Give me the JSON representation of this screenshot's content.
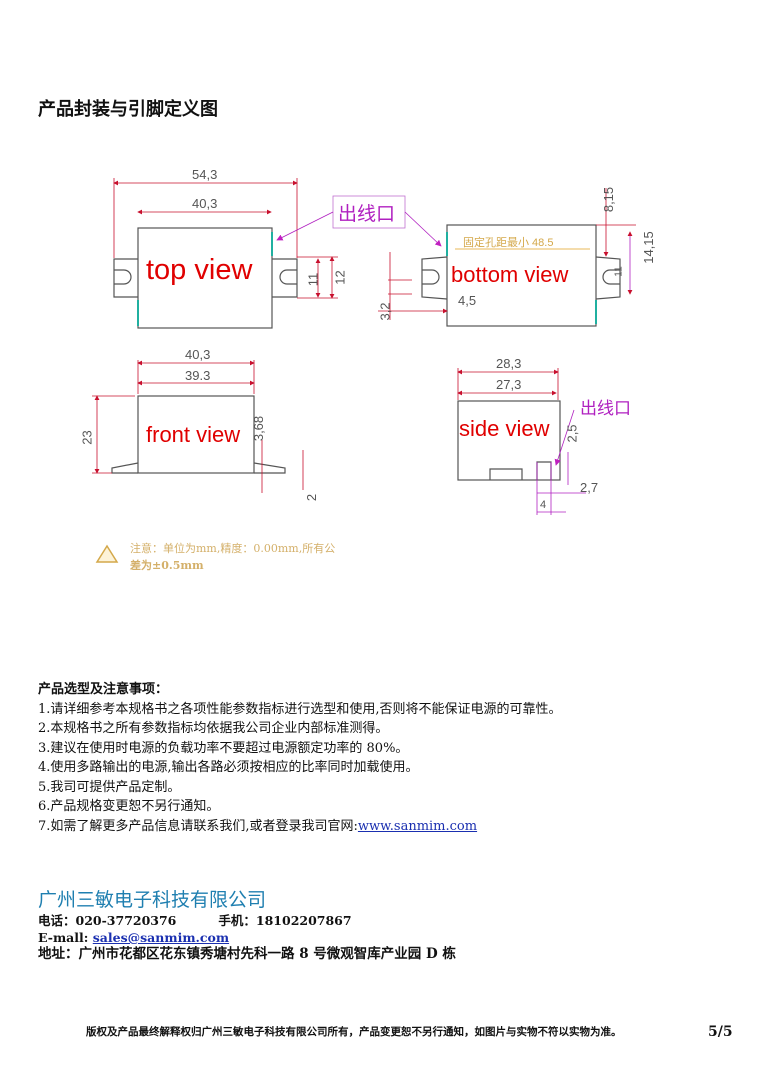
{
  "title": "产品封装与引脚定义图",
  "drawing": {
    "views": {
      "top": "top view",
      "bottom": "bottom view",
      "front": "front view",
      "side": "side view"
    },
    "callout": "出线口",
    "top_dims": {
      "overall_width": "54,3",
      "body_width": "40,3",
      "slot_a": "11",
      "slot_b": "12"
    },
    "bottom_dims": {
      "hole_pitch": "固定孔距最小 48.5",
      "d1": "8,15",
      "d2": "14,15",
      "d3": "11",
      "slot": "3,2",
      "ear": "4,5"
    },
    "front_dims": {
      "w1": "40,3",
      "w2": "39.3",
      "height": "23",
      "d1": "3,68",
      "foot": "2"
    },
    "side_dims": {
      "w1": "28,3",
      "w2": "27,3",
      "d1": "2,5",
      "d2": "2,7",
      "d3": "4"
    },
    "warning_line1": "注意：单位为mm,精度：0.00mm,所有公",
    "warning_line2": "差为±0.5mm"
  },
  "notes": {
    "heading": "产品选型及注意事项：",
    "items": [
      "1.请详细参考本规格书之各项性能参数指标进行选型和使用,否则将不能保证电源的可靠性。",
      "2.本规格书之所有参数指标均依据我公司企业内部标准测得。",
      "3.建议在使用时电源的负载功率不要超过电源额定功率的 80%。",
      "4.使用多路输出的电源,输出各路必须按相应的比率同时加载使用。",
      "5.我司可提供产品定制。",
      "6.产品规格变更恕不另行通知。",
      "7.如需了解更多产品信息请联系我们,或者登录我司官网:"
    ],
    "website": "www.sanmim.com"
  },
  "company": {
    "name": "广州三敏电子科技有限公司",
    "phone_label": "电话：",
    "phone": "020-37720376",
    "mobile_label": "手机：",
    "mobile": "18102207867",
    "email_label": "E-mall: ",
    "email": "sales@sanmim.com",
    "address_label": "地址：",
    "address": "广州市花都区花东镇秀塘村先科一路 8 号微观智库产业园 D 栋"
  },
  "footer": {
    "copyright": "版权及产品最终解释权归广州三敏电子科技有限公司所有，产品变更恕不另行通知，如图片与实物不符以实物为准。",
    "page": "5/5"
  }
}
